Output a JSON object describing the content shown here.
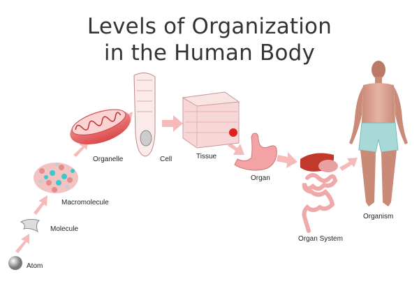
{
  "title": {
    "line1": "Levels of Organization",
    "line2": "in the Human Body"
  },
  "levels": [
    {
      "label": "Atom"
    },
    {
      "label": "Molecule"
    },
    {
      "label": "Macromolecule"
    },
    {
      "label": "Organelle"
    },
    {
      "label": "Cell"
    },
    {
      "label": "Tissue"
    },
    {
      "label": "Organ"
    },
    {
      "label": "Organ System"
    },
    {
      "label": "Organism"
    }
  ],
  "colors": {
    "arrow": "#f6b3b3",
    "title": "#333333",
    "tissue": "#f3c9c9",
    "skin": "#d9a08f",
    "shorts": "#a9d9d6"
  }
}
